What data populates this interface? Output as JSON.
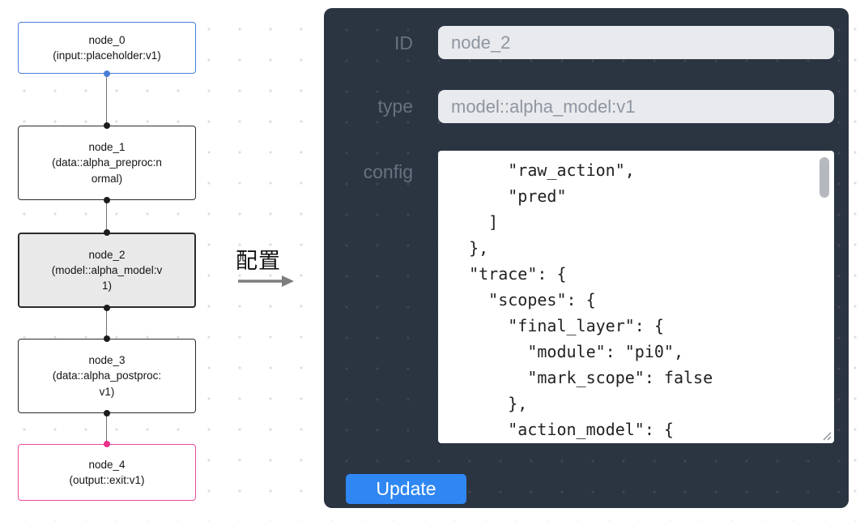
{
  "flowchart": {
    "nodes": [
      {
        "name": "node_0",
        "type_label": "(input::placeholder:v1)",
        "role": "input"
      },
      {
        "name": "node_1",
        "type_label": "(data::alpha_preproc:normal)",
        "role": "data"
      },
      {
        "name": "node_2",
        "type_label": "(model::alpha_model:v1)",
        "role": "model",
        "selected": true
      },
      {
        "name": "node_3",
        "type_label": "(data::alpha_postproc:v1)",
        "role": "data"
      },
      {
        "name": "node_4",
        "type_label": "(output::exit:v1)",
        "role": "output"
      }
    ]
  },
  "transition": {
    "label": "配置"
  },
  "config_panel": {
    "fields": {
      "id": {
        "label": "ID",
        "value": "node_2"
      },
      "type": {
        "label": "type",
        "value": "model::alpha_model:v1"
      },
      "config": {
        "label": "config",
        "value": "      \"raw_action\",\n      \"pred\"\n    ]\n  },\n  \"trace\": {\n    \"scopes\": {\n      \"final_layer\": {\n        \"module\": \"pi0\",\n        \"mark_scope\": false\n      },\n      \"action_model\": {"
      }
    },
    "update_button_label": "Update"
  },
  "colors": {
    "accent-blue": "#4a7fd9",
    "accent-pink": "#ee4a9c",
    "port-dark": "#1c1c1c",
    "button-blue": "#2f87f3",
    "panel-bg": "#2b3441",
    "selected-node-bg": "#e9e9e9"
  }
}
